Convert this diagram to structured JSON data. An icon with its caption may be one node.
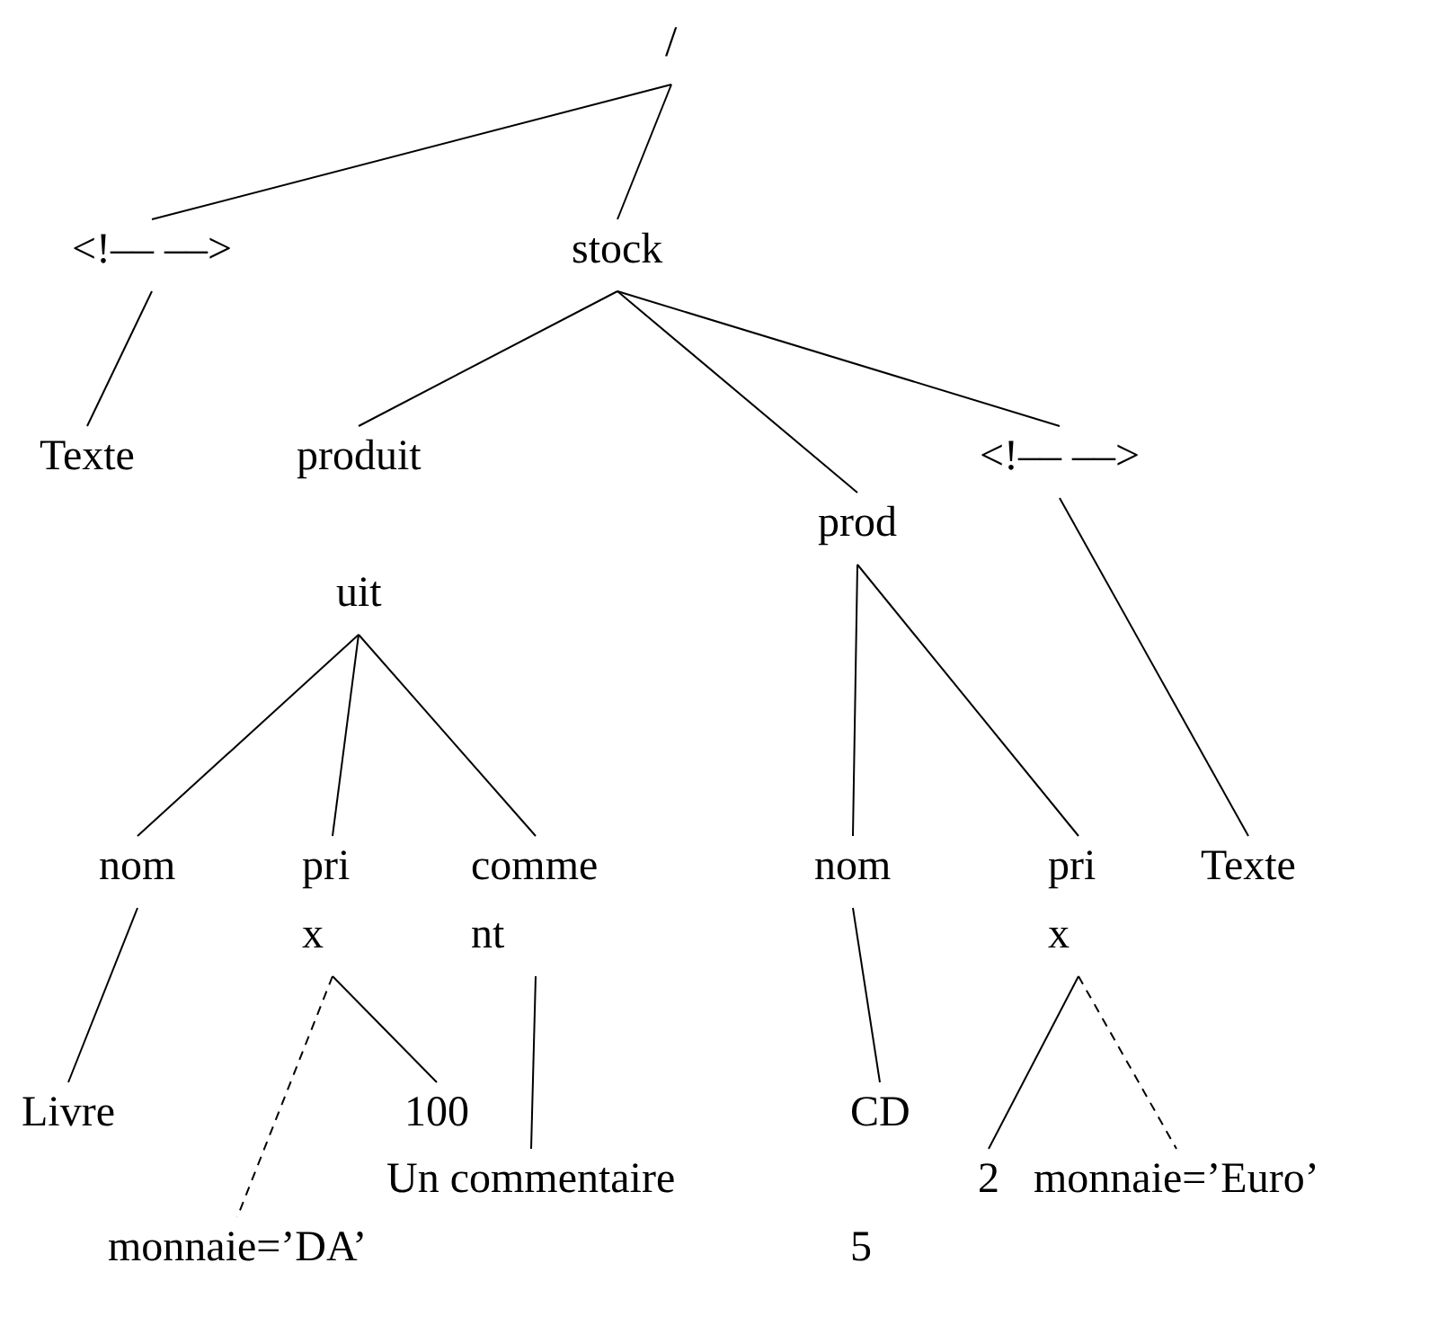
{
  "diagram": {
    "nodes": [
      {
        "text": [
          "/"
        ]
      },
      {
        "text": [
          "<!–– ––>"
        ]
      },
      {
        "text": [
          "stock"
        ]
      },
      {
        "text": [
          "Texte"
        ]
      },
      {
        "text": [
          "produit",
          "uit"
        ]
      },
      {
        "text": [
          "prod"
        ]
      },
      {
        "text": [
          "<!–– ––>"
        ]
      },
      {
        "text": [
          "nom"
        ]
      },
      {
        "text": [
          "pri x"
        ]
      },
      {
        "text": [
          "comme nt"
        ]
      },
      {
        "text": [
          "nom"
        ]
      },
      {
        "text": [
          "pri x"
        ]
      },
      {
        "text": [
          "Texte"
        ]
      },
      {
        "text": [
          "Livre"
        ]
      },
      {
        "text": [
          "100"
        ]
      },
      {
        "text": [
          "Un commentaire"
        ]
      },
      {
        "text": [
          "monnaie=’DA’"
        ]
      },
      {
        "text": [
          "CD"
        ]
      },
      {
        "text": [
          "2"
        ]
      },
      {
        "text": [
          "monnaie=’Euro’"
        ]
      }
    ],
    "edges": [
      {
        "from": 0,
        "to": 1,
        "arrow": "none"
      },
      {
        "from": 0,
        "to": 2,
        "arrow": "none"
      },
      {
        "from": 1,
        "to": 3,
        "arrow": "none"
      },
      {
        "from": 2,
        "to": 4,
        "arrow": "none"
      },
      {
        "from": 2,
        "to": 5,
        "arrow": "none"
      },
      {
        "from": 2,
        "to": 6,
        "arrow": "none"
      },
      {
        "from": 6,
        "to": 12,
        "arrow": "none"
      },
      {
        "from": 4,
        "to": 7,
        "arrow": "none"
      },
      {
        "from": 4,
        "to": 8,
        "arrow": "none"
      },
      {
        "from": 4,
        "to": 9,
        "arrow": "none"
      },
      {
        "from": 5,
        "to": 10,
        "arrow": "none"
      },
      {
        "from": 5,
        "to": 11,
        "arrow": "none"
      },
      {
        "from": 7,
        "to": 13,
        "arrow": "none"
      },
      {
        "from": 8,
        "to": 14,
        "arrow": "none"
      },
      {
        "from": 8,
        "to": 16,
        "arrow": "none",
        "style": "dashed"
      },
      {
        "from": 9,
        "to": 15,
        "arrow": "none"
      },
      {
        "from": 10,
        "to": 17,
        "arrow": "none"
      },
      {
        "from": 11,
        "to": 18,
        "arrow": "none"
      },
      {
        "from": 11,
        "to": 19,
        "arrow": "none",
        "style": "dashed"
      }
    ],
    "labels": [
      "5"
    ]
  }
}
